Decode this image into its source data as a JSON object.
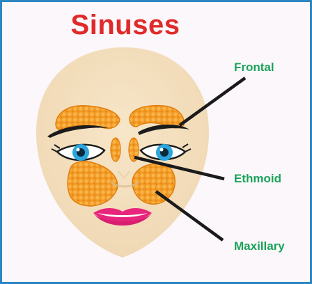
{
  "title": "Sinuses",
  "labels": {
    "frontal": "Frontal",
    "ethmoid": "Ethmoid",
    "maxillary": "Maxillary"
  },
  "colors": {
    "border": "#2e86c1",
    "title": "#e02a2a",
    "label": "#1aa35a",
    "skin": "#f4dfbd",
    "sinus": "#f0931f",
    "eye": "#2aa6dc",
    "lips": "#e8257c",
    "pointer": "#1a1a1a"
  }
}
